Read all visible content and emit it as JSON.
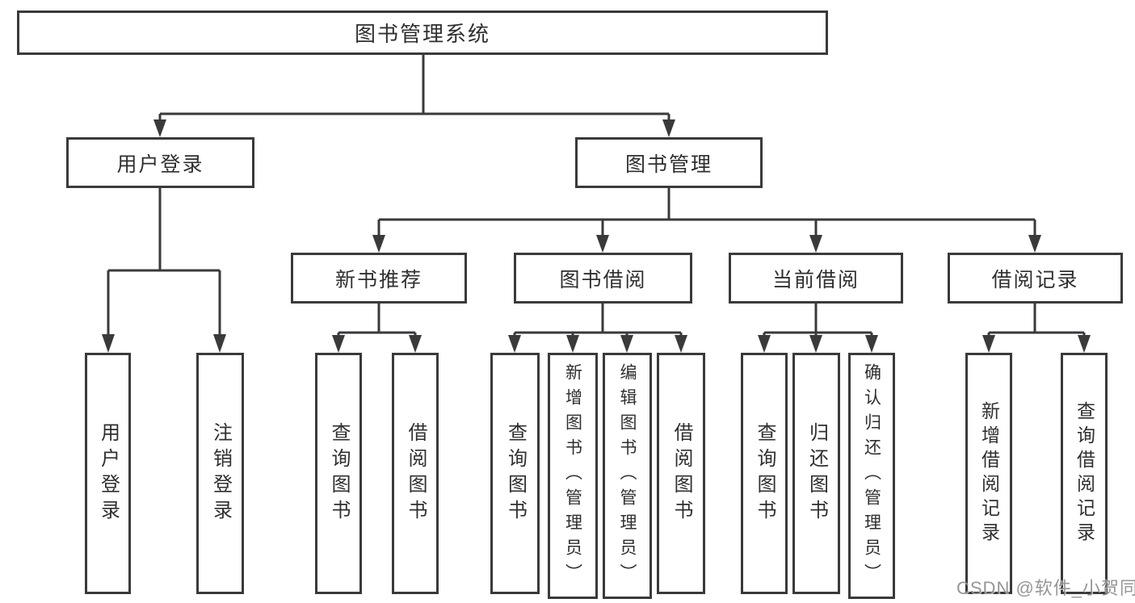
{
  "colors": {
    "line": "#3a3a3c",
    "box_border": "#3a3a3c",
    "text": "#2f2f2f",
    "watermark": "#878787",
    "background": "#ffffff"
  },
  "tree": {
    "root": {
      "label": "图书管理系统"
    },
    "branches": [
      {
        "label": "用户登录",
        "children": [
          {
            "label": "用户登录"
          },
          {
            "label": "注销登录"
          }
        ]
      },
      {
        "label": "图书管理",
        "children": [
          {
            "label": "新书推荐",
            "children": [
              {
                "label": "查询图书"
              },
              {
                "label": "借阅图书"
              }
            ]
          },
          {
            "label": "图书借阅",
            "children": [
              {
                "label": "查询图书"
              },
              {
                "label": "新增图书（管理员）"
              },
              {
                "label": "编辑图书（管理员）"
              },
              {
                "label": "借阅图书"
              }
            ]
          },
          {
            "label": "当前借阅",
            "children": [
              {
                "label": "查询图书"
              },
              {
                "label": "归还图书"
              },
              {
                "label": "确认归还（管理员）"
              }
            ]
          },
          {
            "label": "借阅记录",
            "children": [
              {
                "label": "新增借阅记录"
              },
              {
                "label": "查询借阅记录"
              }
            ]
          }
        ]
      }
    ]
  },
  "watermark": {
    "text": "CSDN @软件_小贺同学"
  }
}
